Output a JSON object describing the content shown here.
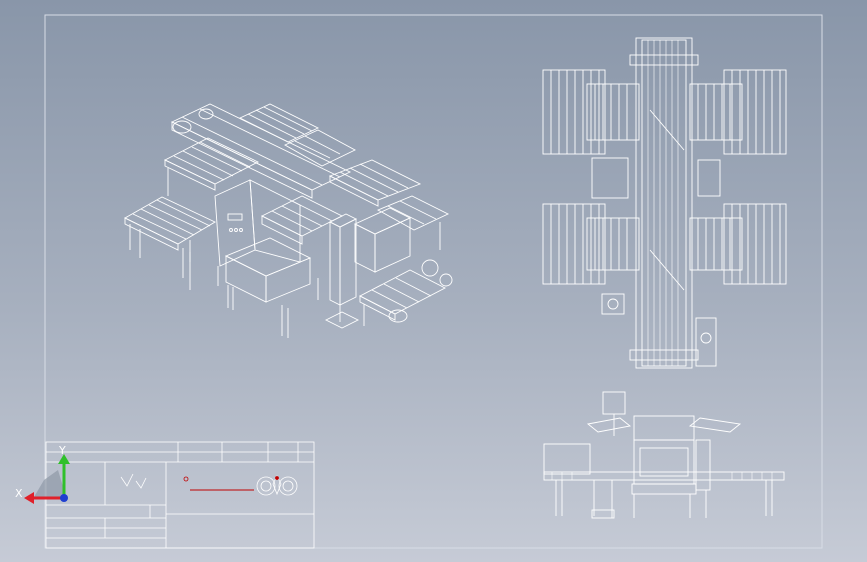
{
  "drawing": {
    "background_top": "#8996a9",
    "background_bottom": "#c6cbd6",
    "line_color": "#ffffff",
    "frame_color": "#d8dde6"
  },
  "ucs": {
    "x_label": "X",
    "y_label": "Y",
    "x_color": "#e0202a",
    "y_color": "#2fc02a",
    "origin_color": "#1f3fd0"
  },
  "views": [
    "isometric",
    "top",
    "front"
  ],
  "title_block": {
    "red_line_color": "#c00000",
    "logo_icon": "gear-logo-icon"
  }
}
